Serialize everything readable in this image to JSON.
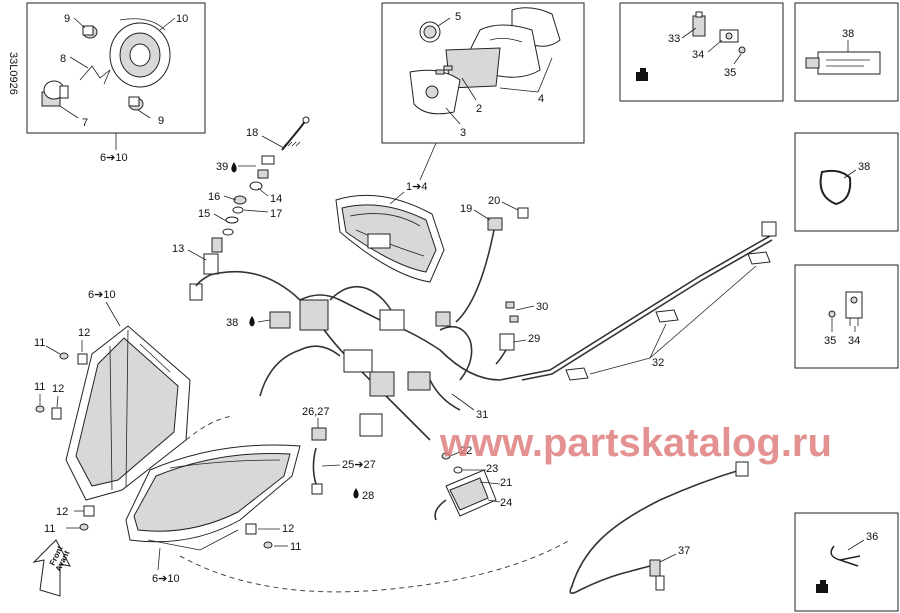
{
  "doc_code": "33L0926",
  "watermark": "www.partskatalog.ru",
  "front_label": {
    "line1": "Front",
    "line2": "Avant"
  },
  "callouts": {
    "c9a": "9",
    "c10": "10",
    "c8": "8",
    "c7": "7",
    "c9b": "9",
    "c6to10_top": "6➔10",
    "c5": "5",
    "c2": "2",
    "c3": "3",
    "c4": "4",
    "c33": "33",
    "c34_top": "34",
    "c35_top": "35",
    "c38_top": "38",
    "c38_mid": "38",
    "c35_mid": "35",
    "c34_mid": "34",
    "c36": "36",
    "c18": "18",
    "c39": "39",
    "c14": "14",
    "c16": "16",
    "c17": "17",
    "c15": "15",
    "c13": "13",
    "c1to4": "1➔4",
    "c20": "20",
    "c19": "19",
    "c6to10_left": "6➔10",
    "c38_main": "38",
    "c30": "30",
    "c29": "29",
    "c11a": "11",
    "c12a": "12",
    "c11b": "11",
    "c12b": "12",
    "c32": "32",
    "c31": "31",
    "c26_27": "26,27",
    "c25to27": "25➔27",
    "c28": "28",
    "c22": "22",
    "c23": "23",
    "c21": "21",
    "c24": "24",
    "c12c": "12",
    "c11c": "11",
    "c12d": "12",
    "c11d": "11",
    "c6to10_bottom": "6➔10",
    "c37": "37"
  }
}
